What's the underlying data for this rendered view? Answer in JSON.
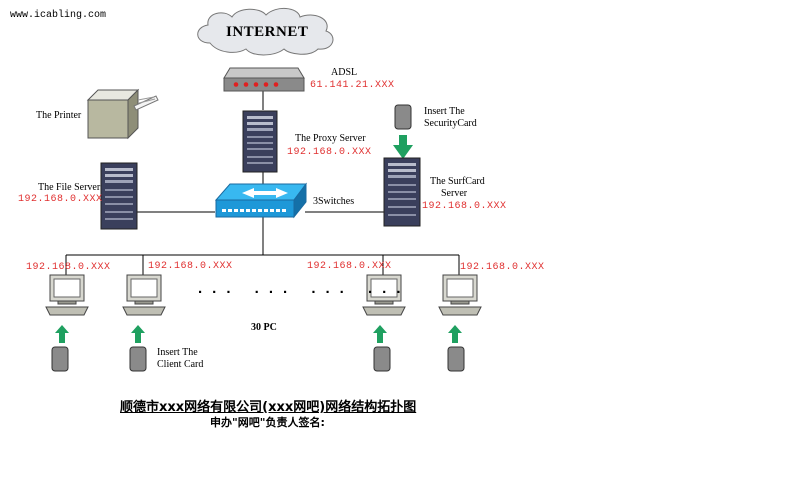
{
  "site_label": "www.icabling.com",
  "cloud_label": "INTERNET",
  "adsl": {
    "label": "ADSL",
    "ip": "61.141.21.XXX"
  },
  "proxy": {
    "label": "The Proxy Server",
    "ip": "192.168.0.XXX"
  },
  "printer": {
    "label": "The Printer"
  },
  "file_server": {
    "label": "The File Server",
    "ip": "192.168.0.XXX"
  },
  "switch": {
    "label": "3Switches"
  },
  "security_card": {
    "label_line1": "Insert The",
    "label_line2": "SecurityCard"
  },
  "surfcard": {
    "label_line1": "The SurfCard",
    "label_line2": "Server",
    "ip": "192.168.0.XXX"
  },
  "pcs": [
    {
      "ip": "192.168.0.XXX"
    },
    {
      "ip": "192.168.0.XXX"
    },
    {
      "ip": "192.168.0.XXX"
    },
    {
      "ip": "192.168.0.XXX"
    }
  ],
  "ellipsis": "... ... ... ...",
  "pc_count_label": "30 PC",
  "client_card": {
    "label_line1": "Insert The",
    "label_line2": "Client Card"
  },
  "footer": {
    "title": "顺德市xxx网络有限公司(xxx网吧)网络结构拓扑图",
    "subtitle": "申办\"网吧\"负责人签名:"
  },
  "colors": {
    "ip_text": "#e03030",
    "arrow": "#1fa060",
    "switch_blue": "#22a8e8",
    "server_dark": "#3a3f5c"
  }
}
